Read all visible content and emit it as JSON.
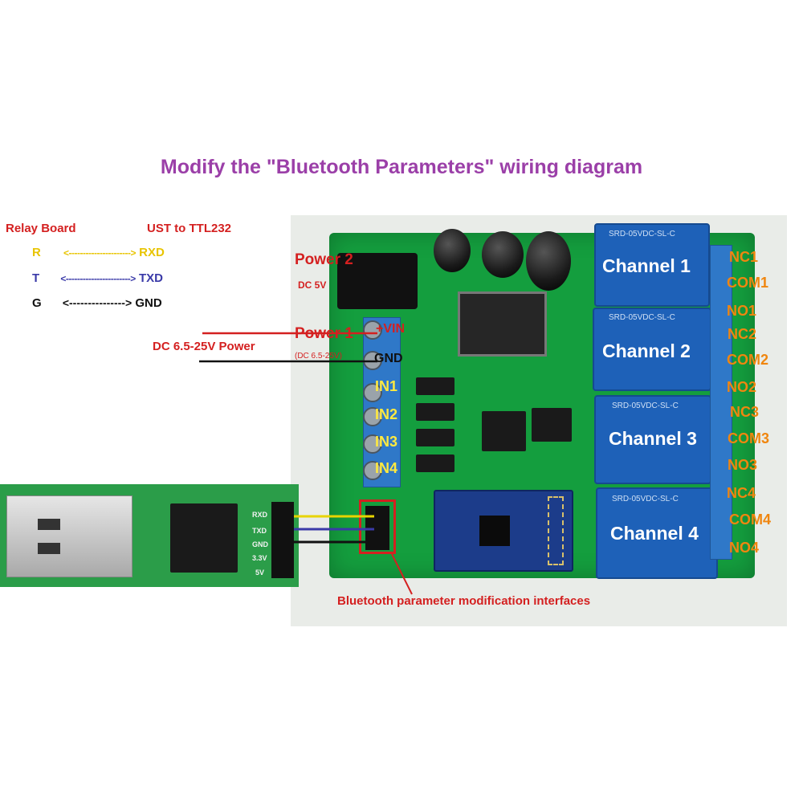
{
  "title": "Modify the \"Bluetooth Parameters\" wiring diagram",
  "legend": {
    "left_header": "Relay Board",
    "right_header": "UST to TTL232",
    "rows": [
      {
        "left": "R",
        "arrow": "<---------------------->",
        "right": "RXD",
        "color": "#e8c400"
      },
      {
        "left": "T",
        "arrow": "<----------------------->",
        "right": "TXD",
        "color": "#3a3aa8"
      },
      {
        "left": "G",
        "arrow": "<--------------->",
        "right": "GND",
        "color": "#111111"
      }
    ]
  },
  "power": {
    "power2": "Power 2",
    "power2_sub": "DC 5V",
    "power1": "Power 1",
    "power1_sub": "(DC 6.5-25V)",
    "dc_label": "DC 6.5-25V Power",
    "vin": "+VIN",
    "gnd": "GND"
  },
  "inputs": [
    "IN1",
    "IN2",
    "IN3",
    "IN4"
  ],
  "relays": [
    "Channel 1",
    "Channel 2",
    "Channel 3",
    "Channel 4"
  ],
  "relay_print": "SRD-05VDC-SL-C",
  "terminals": [
    "NC1",
    "COM1",
    "NO1",
    "NC2",
    "COM2",
    "NO2",
    "NC3",
    "COM3",
    "NO3",
    "NC4",
    "COM4",
    "NO4"
  ],
  "bt_interface_label": "Bluetooth parameter modification interfaces",
  "usb_pins": [
    "RXD",
    "TXD",
    "GND",
    "3.3V",
    "5V"
  ],
  "colors": {
    "title": "#9b3fa8",
    "label_red": "#d42020",
    "terminal_orange": "#f0860f",
    "input_yellow": "#ffe940",
    "relay_blue": "#1e61b8",
    "pcb_green": "#149e3e"
  }
}
